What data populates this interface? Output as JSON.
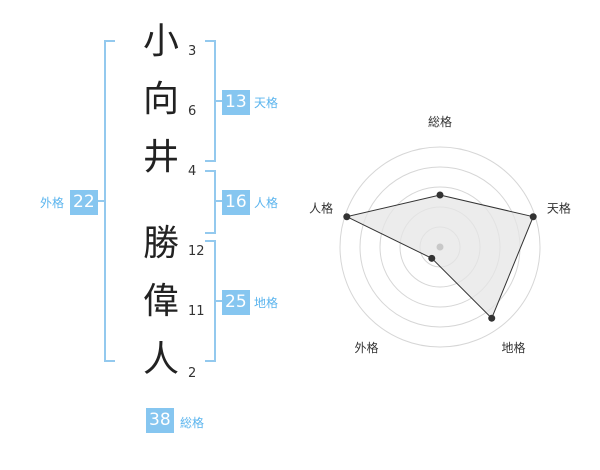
{
  "name": {
    "chars": [
      "小",
      "向",
      "井",
      "勝",
      "偉",
      "人"
    ],
    "strokes": [
      "3",
      "6",
      "4",
      "12",
      "11",
      "2"
    ]
  },
  "kaku": {
    "tenkaku": {
      "value": "13",
      "label": "天格"
    },
    "jinkaku": {
      "value": "16",
      "label": "人格"
    },
    "chikaku": {
      "value": "25",
      "label": "地格"
    },
    "gaikaku": {
      "value": "22",
      "label": "外格"
    },
    "soukaku": {
      "value": "38",
      "label": "総格"
    }
  },
  "radar": {
    "axes": [
      "総格",
      "天格",
      "地格",
      "外格",
      "人格"
    ],
    "values": [
      0.52,
      0.98,
      0.88,
      0.14,
      0.98
    ],
    "colors": {
      "fill": "#e6e6e6",
      "line": "#333333",
      "grid": "#d6d6d6",
      "center": "#c8c8c8"
    }
  }
}
